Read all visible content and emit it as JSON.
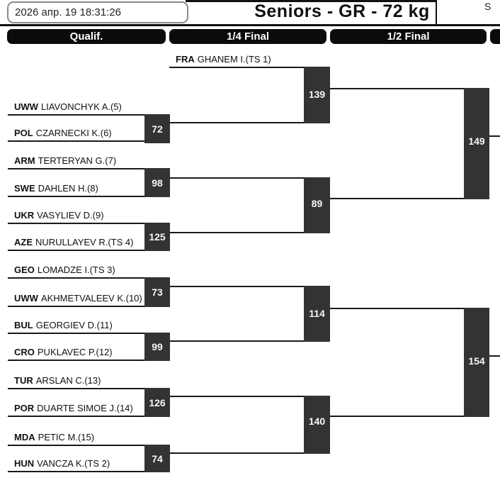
{
  "header": {
    "datetime": "2026 апр. 19 18:31:26",
    "title": "Seniors - GR - 72 kg",
    "corner_text": "S"
  },
  "round_tabs": [
    {
      "label": "Qualif."
    },
    {
      "label": "1/4 Final"
    },
    {
      "label": "1/2 Final"
    },
    {
      "label": ""
    }
  ],
  "athletes": [
    {
      "country": "FRA",
      "name": "GHANEM I.(TS 1)"
    },
    {
      "country": "UWW",
      "name": "LIAVONCHYK A.(5)"
    },
    {
      "country": "POL",
      "name": "CZARNECKI K.(6)"
    },
    {
      "country": "ARM",
      "name": "TERTERYAN G.(7)"
    },
    {
      "country": "SWE",
      "name": "DAHLEN H.(8)"
    },
    {
      "country": "UKR",
      "name": "VASYLIEV D.(9)"
    },
    {
      "country": "AZE",
      "name": "NURULLAYEV R.(TS 4)"
    },
    {
      "country": "GEO",
      "name": "LOMADZE I.(TS 3)"
    },
    {
      "country": "UWW",
      "name": "AKHMETVALEEV K.(10)"
    },
    {
      "country": "BUL",
      "name": "GEORGIEV D.(11)"
    },
    {
      "country": "CRO",
      "name": "PUKLAVEC P.(12)"
    },
    {
      "country": "TUR",
      "name": "ARSLAN C.(13)"
    },
    {
      "country": "POR",
      "name": "DUARTE SIMOE J.(14)"
    },
    {
      "country": "MDA",
      "name": "PETIC M.(15)"
    },
    {
      "country": "HUN",
      "name": "VANCZA K.(TS 2)"
    }
  ],
  "matches": {
    "qualification": [
      "72",
      "98",
      "125",
      "73",
      "99",
      "126",
      "74"
    ],
    "quarterfinals": [
      "139",
      "89",
      "114",
      "140"
    ],
    "semifinals": [
      "149",
      "154"
    ]
  },
  "colors": {
    "match_box": "#333333",
    "tab_background": "#0b0b0b",
    "line": "#1a1a1a"
  }
}
